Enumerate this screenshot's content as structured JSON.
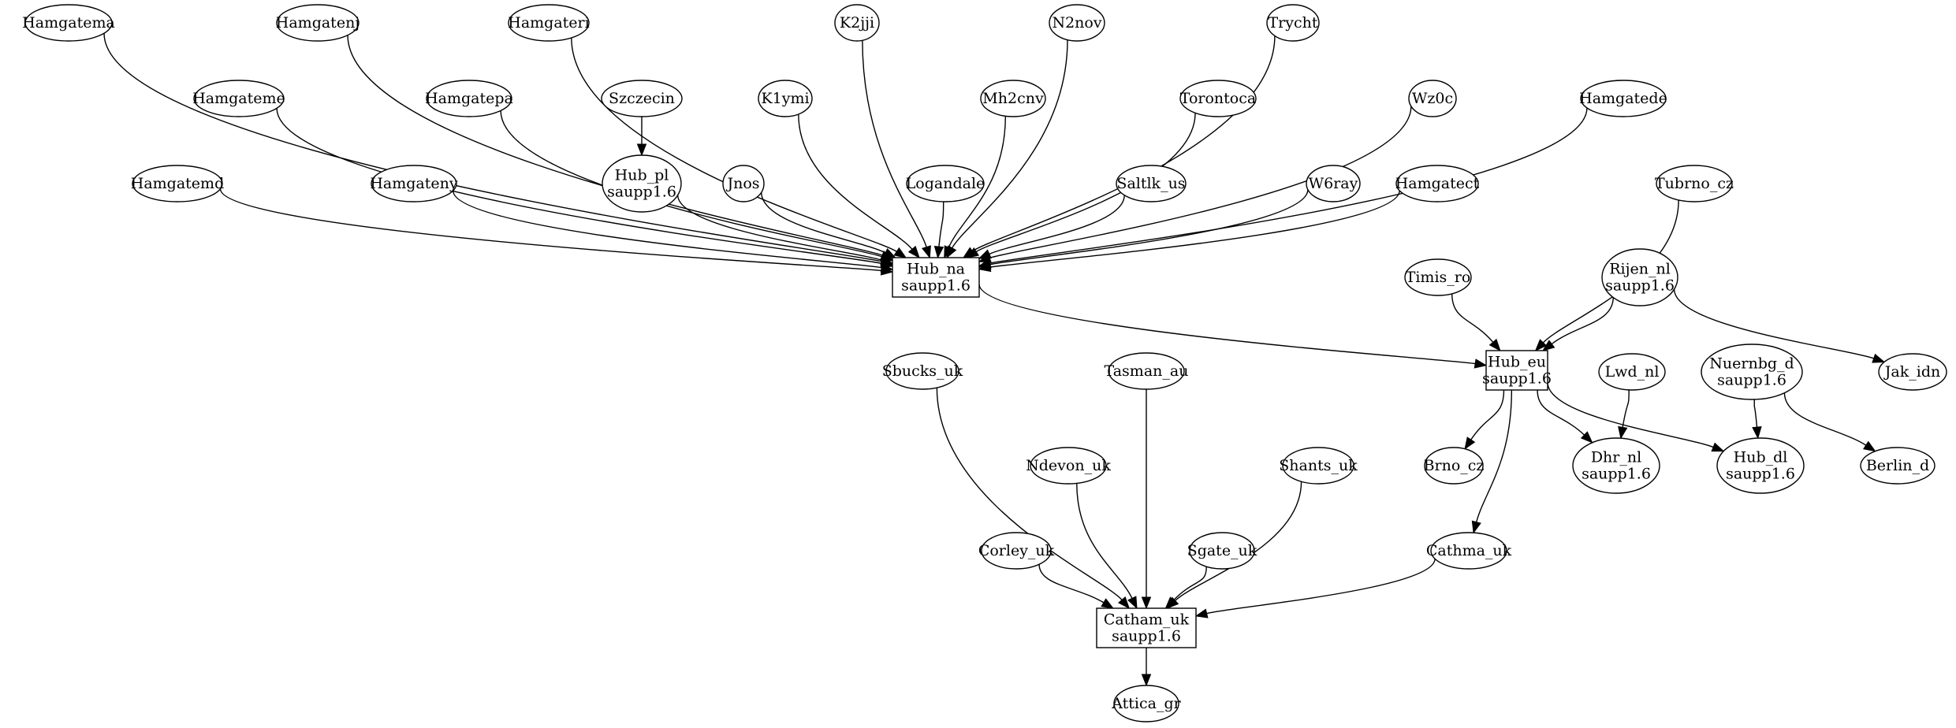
{
  "title": "Network hub topology graph",
  "nodes": [
    {
      "id": "Hamgatema",
      "lines": [
        "Hamgatema"
      ],
      "shape": "ellipse"
    },
    {
      "id": "Hamgatenj",
      "lines": [
        "Hamgatenj"
      ],
      "shape": "ellipse"
    },
    {
      "id": "Hamgateri",
      "lines": [
        "Hamgateri"
      ],
      "shape": "ellipse"
    },
    {
      "id": "K2jji",
      "lines": [
        "K2jji"
      ],
      "shape": "ellipse"
    },
    {
      "id": "N2nov",
      "lines": [
        "N2nov"
      ],
      "shape": "ellipse"
    },
    {
      "id": "Trycht",
      "lines": [
        "Trycht"
      ],
      "shape": "ellipse"
    },
    {
      "id": "Hamgateme",
      "lines": [
        "Hamgateme"
      ],
      "shape": "ellipse"
    },
    {
      "id": "Hamgatepa",
      "lines": [
        "Hamgatepa"
      ],
      "shape": "ellipse"
    },
    {
      "id": "Szczecin",
      "lines": [
        "Szczecin"
      ],
      "shape": "ellipse"
    },
    {
      "id": "K1ymi",
      "lines": [
        "K1ymi"
      ],
      "shape": "ellipse"
    },
    {
      "id": "Mh2cnv",
      "lines": [
        "Mh2cnv"
      ],
      "shape": "ellipse"
    },
    {
      "id": "Torontoca",
      "lines": [
        "Torontoca"
      ],
      "shape": "ellipse"
    },
    {
      "id": "Wz0c",
      "lines": [
        "Wz0c"
      ],
      "shape": "ellipse"
    },
    {
      "id": "Hamgatede",
      "lines": [
        "Hamgatede"
      ],
      "shape": "ellipse"
    },
    {
      "id": "Hamgatemd",
      "lines": [
        "Hamgatemd"
      ],
      "shape": "ellipse"
    },
    {
      "id": "Hamgateny",
      "lines": [
        "Hamgateny"
      ],
      "shape": "ellipse"
    },
    {
      "id": "Hub_pl",
      "lines": [
        "Hub_pl",
        "saupp1.6"
      ],
      "shape": "ellipse"
    },
    {
      "id": "Jnos",
      "lines": [
        "Jnos"
      ],
      "shape": "ellipse"
    },
    {
      "id": "Logandale",
      "lines": [
        "Logandale"
      ],
      "shape": "ellipse"
    },
    {
      "id": "Saltlk_us",
      "lines": [
        "Saltlk_us"
      ],
      "shape": "ellipse"
    },
    {
      "id": "W6ray",
      "lines": [
        "W6ray"
      ],
      "shape": "ellipse"
    },
    {
      "id": "Hamgatect",
      "lines": [
        "Hamgatect"
      ],
      "shape": "ellipse"
    },
    {
      "id": "Tubrno_cz",
      "lines": [
        "Tubrno_cz"
      ],
      "shape": "ellipse"
    },
    {
      "id": "Hub_na",
      "lines": [
        "Hub_na",
        "saupp1.6"
      ],
      "shape": "box"
    },
    {
      "id": "Timis_ro",
      "lines": [
        "Timis_ro"
      ],
      "shape": "ellipse"
    },
    {
      "id": "Rijen_nl",
      "lines": [
        "Rijen_nl",
        "saupp1.6"
      ],
      "shape": "ellipse"
    },
    {
      "id": "Hub_eu",
      "lines": [
        "Hub_eu",
        "saupp1.6"
      ],
      "shape": "box"
    },
    {
      "id": "Lwd_nl",
      "lines": [
        "Lwd_nl"
      ],
      "shape": "ellipse"
    },
    {
      "id": "Nuernbg_d",
      "lines": [
        "Nuernbg_d",
        "saupp1.6"
      ],
      "shape": "ellipse"
    },
    {
      "id": "Jak_idn",
      "lines": [
        "Jak_idn"
      ],
      "shape": "ellipse"
    },
    {
      "id": "Sbucks_uk",
      "lines": [
        "Sbucks_uk"
      ],
      "shape": "ellipse"
    },
    {
      "id": "Tasman_au",
      "lines": [
        "Tasman_au"
      ],
      "shape": "ellipse"
    },
    {
      "id": "Brno_cz",
      "lines": [
        "Brno_cz"
      ],
      "shape": "ellipse"
    },
    {
      "id": "Dhr_nl",
      "lines": [
        "Dhr_nl",
        "saupp1.6"
      ],
      "shape": "ellipse"
    },
    {
      "id": "Hub_dl",
      "lines": [
        "Hub_dl",
        "saupp1.6"
      ],
      "shape": "ellipse"
    },
    {
      "id": "Berlin_d",
      "lines": [
        "Berlin_d"
      ],
      "shape": "ellipse"
    },
    {
      "id": "Ndevon_uk",
      "lines": [
        "Ndevon_uk"
      ],
      "shape": "ellipse"
    },
    {
      "id": "Shants_uk",
      "lines": [
        "Shants_uk"
      ],
      "shape": "ellipse"
    },
    {
      "id": "Corley_uk",
      "lines": [
        "Corley_uk"
      ],
      "shape": "ellipse"
    },
    {
      "id": "Sgate_uk",
      "lines": [
        "Sgate_uk"
      ],
      "shape": "ellipse"
    },
    {
      "id": "Cathma_uk",
      "lines": [
        "Cathma_uk"
      ],
      "shape": "ellipse"
    },
    {
      "id": "Catham_uk",
      "lines": [
        "Catham_uk",
        "saupp1.6"
      ],
      "shape": "box"
    },
    {
      "id": "Attica_gr",
      "lines": [
        "Attica_gr"
      ],
      "shape": "ellipse"
    }
  ],
  "edges": [
    [
      "Hamgatema",
      "Hub_na"
    ],
    [
      "Hamgatenj",
      "Hub_na"
    ],
    [
      "Hamgateri",
      "Hub_na"
    ],
    [
      "K2jji",
      "Hub_na"
    ],
    [
      "N2nov",
      "Hub_na"
    ],
    [
      "Trycht",
      "Hub_na"
    ],
    [
      "Hamgateme",
      "Hub_na"
    ],
    [
      "Hamgatepa",
      "Hub_na"
    ],
    [
      "Szczecin",
      "Hub_pl"
    ],
    [
      "K1ymi",
      "Hub_na"
    ],
    [
      "Mh2cnv",
      "Hub_na"
    ],
    [
      "Torontoca",
      "Hub_na"
    ],
    [
      "Wz0c",
      "Hub_na"
    ],
    [
      "Hamgatede",
      "Hub_na"
    ],
    [
      "Hamgatemd",
      "Hub_na"
    ],
    [
      "Hamgateny",
      "Hub_na"
    ],
    [
      "Hub_pl",
      "Hub_na"
    ],
    [
      "Jnos",
      "Hub_na"
    ],
    [
      "Logandale",
      "Hub_na"
    ],
    [
      "Saltlk_us",
      "Hub_na"
    ],
    [
      "W6ray",
      "Hub_na"
    ],
    [
      "Hamgatect",
      "Hub_na"
    ],
    [
      "Hub_na",
      "Hub_eu"
    ],
    [
      "Tubrno_cz",
      "Hub_eu"
    ],
    [
      "Timis_ro",
      "Hub_eu"
    ],
    [
      "Rijen_nl",
      "Hub_eu"
    ],
    [
      "Rijen_nl",
      "Jak_idn"
    ],
    [
      "Hub_eu",
      "Brno_cz"
    ],
    [
      "Hub_eu",
      "Dhr_nl"
    ],
    [
      "Hub_eu",
      "Hub_dl"
    ],
    [
      "Hub_eu",
      "Cathma_uk"
    ],
    [
      "Lwd_nl",
      "Dhr_nl"
    ],
    [
      "Nuernbg_d",
      "Hub_dl"
    ],
    [
      "Nuernbg_d",
      "Berlin_d"
    ],
    [
      "Sbucks_uk",
      "Catham_uk"
    ],
    [
      "Tasman_au",
      "Catham_uk"
    ],
    [
      "Ndevon_uk",
      "Catham_uk"
    ],
    [
      "Shants_uk",
      "Catham_uk"
    ],
    [
      "Corley_uk",
      "Catham_uk"
    ],
    [
      "Sgate_uk",
      "Catham_uk"
    ],
    [
      "Cathma_uk",
      "Catham_uk"
    ],
    [
      "Catham_uk",
      "Attica_gr"
    ]
  ]
}
